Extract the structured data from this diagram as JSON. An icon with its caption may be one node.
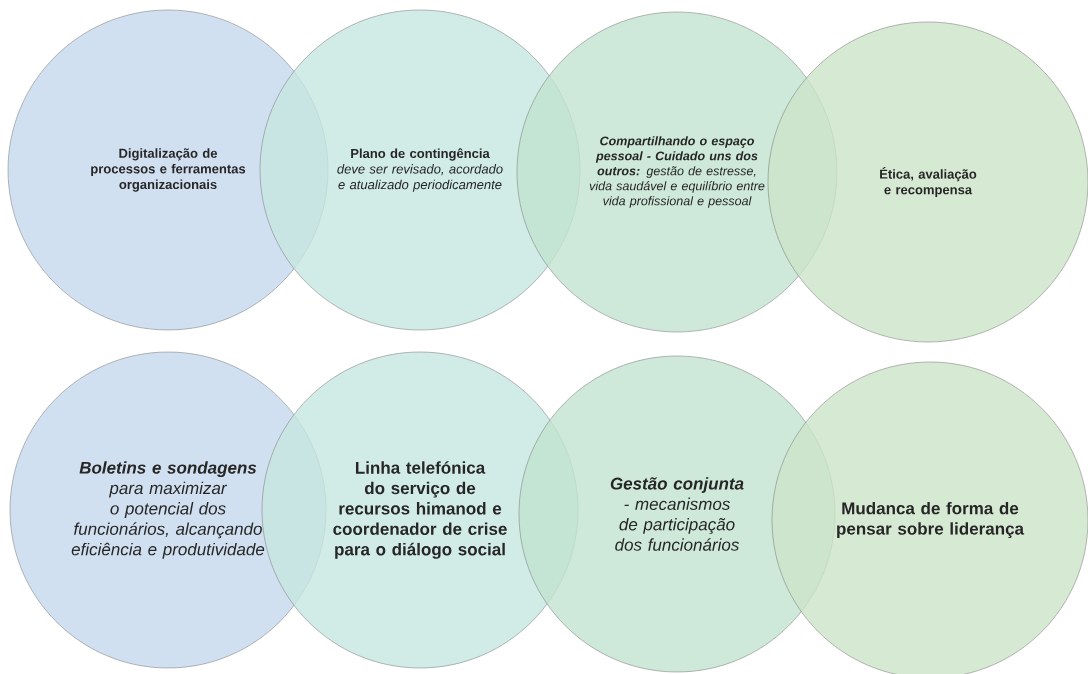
{
  "diagram": {
    "nodes": [
      {
        "text": [
          "Digitalização de processos e ferramentas organizacionais"
        ]
      },
      {
        "text": [
          "Plano de contingência",
          "deve ser revisado, acordado e atualizado periodicamente"
        ]
      },
      {
        "text": [
          "**Compartilhando o espaço pessoal - Cuidado uns dos outros:** gestão de estresse, vida saudável e equilíbrio entre vida profissional e pessoal"
        ]
      },
      {
        "text": [
          "Ética, avaliação e recompensa"
        ]
      },
      {
        "text": [
          "**Boletins e sondagens** para maximizar o potencial dos funcionários, alcançando eficiência e produtividade"
        ]
      },
      {
        "text": [
          "Linha telefónica do serviço de recursos himanod e coordenador de crise para o diálogo social"
        ]
      },
      {
        "text": [
          "**Gestão conjunta** - mecanismos de participação dos funcionários"
        ]
      },
      {
        "text": [
          "Mudanca de forma de pensar sobre liderança"
        ]
      }
    ]
  }
}
